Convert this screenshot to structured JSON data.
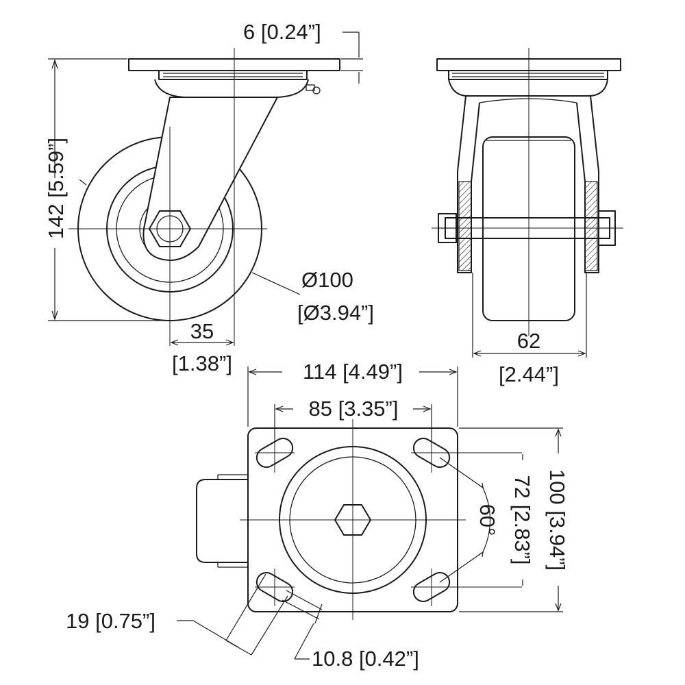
{
  "views": {
    "side": {
      "plate_thickness": "6 [0.24”]",
      "height": "142 [5.59”]",
      "wheel_diameter_mm": "Ø100",
      "wheel_diameter_in": "[Ø3.94”]",
      "offset_mm": "35",
      "offset_in": "[1.38”]"
    },
    "front": {
      "wheel_width_mm": "62",
      "wheel_width_in": "[2.44”]"
    },
    "top": {
      "plate_width": "114 [4.49”]",
      "hole_spacing_x": "85 [3.35”]",
      "plate_length": "100 [3.94”]",
      "hole_spacing_y": "72 [2.83”]",
      "slot_angle": "60°",
      "slot_length": "19 [0.75”]",
      "slot_width": "10.8 [0.42”]"
    }
  }
}
